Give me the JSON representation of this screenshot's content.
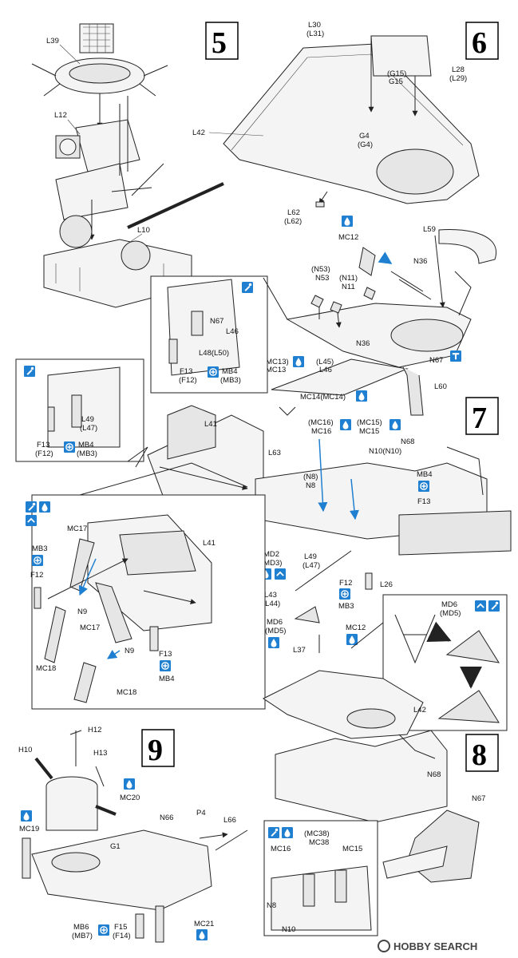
{
  "steps": {
    "s5": "5",
    "s6": "6",
    "s7": "7",
    "s8": "8",
    "s9": "9"
  },
  "labels": {
    "L39": "L39",
    "L12": "L12",
    "L10": "L10",
    "L30": "L30",
    "L31p": "(L31)",
    "L28": "L28",
    "L29p": "(L29)",
    "G15p": "(G15)",
    "G15": "G15",
    "G4": "G4",
    "G4p": "(G4)",
    "L42": "L42",
    "L62": "L62",
    "L62p": "(L62)",
    "L59": "L59",
    "MC12": "MC12",
    "N36": "N36",
    "N53p": "(N53)",
    "N53": "N53",
    "N11p": "(N11)",
    "N11": "N11",
    "N36b": "N36",
    "N67": "N67",
    "N67b": "N67",
    "L46": "L46",
    "L48": "L48(L50)",
    "F13": "F13",
    "F12p": "(F12)",
    "MB4": "MB4",
    "MB3p": "(MB3)",
    "MC13p": "(MC13)",
    "MC13": "MC13",
    "L45p": "(L45)",
    "L46b": "L46",
    "MC14": "MC14(MC14)",
    "L60": "L60",
    "L49": "L49",
    "L47p": "(L47)",
    "F13b": "F13",
    "F12pb": "(F12)",
    "MB4b": "MB4",
    "MB3pb": "(MB3)",
    "L41": "L41",
    "L63": "L63",
    "MC16p": "(MC16)",
    "MC16": "MC16",
    "MC15p": "(MC15)",
    "MC15": "MC15",
    "N10": "N10(N10)",
    "N68": "N68",
    "N8p": "(N8)",
    "N8": "N8",
    "MB4c": "MB4",
    "F13c": "F13",
    "MC17": "MC17",
    "MB3": "MB3",
    "F12": "F12",
    "L41b": "L41",
    "N9": "N9",
    "MC17b": "MC17",
    "MC18": "MC18",
    "N9b": "N9",
    "MC18b": "MC18",
    "F13d": "F13",
    "MB4d": "MB4",
    "MD2": "MD2",
    "MD3p": "(MD3)",
    "L49b": "L49",
    "L47pb": "(L47)",
    "L43": "L43",
    "L44p": "(L44)",
    "MD6": "MD6",
    "MD5p": "(MD5)",
    "L37": "L37",
    "F12b": "F12",
    "MB3b": "MB3",
    "MC12b": "MC12",
    "L26": "L26",
    "MD6b": "MD6",
    "MD5pb": "(MD5)",
    "L42b": "L42",
    "N68b": "N68",
    "N67c": "N67",
    "MC38p": "(MC38)",
    "MC38": "MC38",
    "MC16b": "MC16",
    "MC15b": "MC15",
    "N8b": "N8",
    "N10b": "N10",
    "H12": "H12",
    "H10": "H10",
    "H13": "H13",
    "MC20": "MC20",
    "L66": "L66",
    "P4": "P4",
    "N66": "N66",
    "G1": "G1",
    "MC19": "MC19",
    "MB6": "MB6",
    "MB7p": "(MB7)",
    "F15": "F15",
    "F14p": "(F14)",
    "MC21": "MC21"
  },
  "watermark": "HOBBY SEARCH",
  "icons": {
    "glue": "glue-drop-icon",
    "paint": "brush-icon",
    "cement": "liquid-cement-icon",
    "decal": "decal-icon",
    "up": "fold-up-icon"
  },
  "colors": {
    "icon": "#1f7fd0",
    "ink": "#111111",
    "arrow": "#1f7fd0"
  }
}
